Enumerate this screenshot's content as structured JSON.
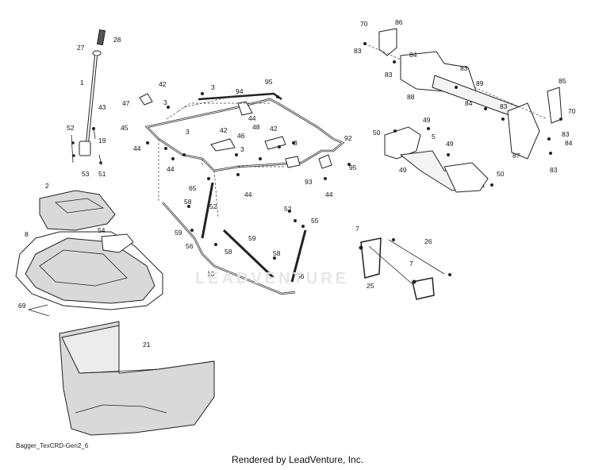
{
  "diagram_id": "Bagger_TexCRD-Gen2_6",
  "footer": "Rendered by LeadVenture, Inc.",
  "watermark": "LEADVENTURE",
  "callouts": [
    {
      "id": "c28",
      "text": "28"
    },
    {
      "id": "c27",
      "text": "27"
    },
    {
      "id": "c1",
      "text": "1"
    },
    {
      "id": "c43",
      "text": "43"
    },
    {
      "id": "c52a",
      "text": "52"
    },
    {
      "id": "c19",
      "text": "19"
    },
    {
      "id": "c53",
      "text": "53"
    },
    {
      "id": "c51",
      "text": "51"
    },
    {
      "id": "c42a",
      "text": "42"
    },
    {
      "id": "c47",
      "text": "47"
    },
    {
      "id": "c3a",
      "text": "3"
    },
    {
      "id": "c3b",
      "text": "3"
    },
    {
      "id": "c94",
      "text": "94"
    },
    {
      "id": "c95a",
      "text": "95"
    },
    {
      "id": "c45",
      "text": "45"
    },
    {
      "id": "c44a",
      "text": "44"
    },
    {
      "id": "c3c",
      "text": "3"
    },
    {
      "id": "c44b",
      "text": "44"
    },
    {
      "id": "c42b",
      "text": "42"
    },
    {
      "id": "c46",
      "text": "46"
    },
    {
      "id": "c48",
      "text": "48"
    },
    {
      "id": "c42c",
      "text": "42"
    },
    {
      "id": "c3d",
      "text": "3"
    },
    {
      "id": "c3e",
      "text": "3"
    },
    {
      "id": "c44c",
      "text": "44"
    },
    {
      "id": "c92",
      "text": "92"
    },
    {
      "id": "c93",
      "text": "93"
    },
    {
      "id": "c95b",
      "text": "95"
    },
    {
      "id": "c44d",
      "text": "44"
    },
    {
      "id": "c44e",
      "text": "44"
    },
    {
      "id": "c65",
      "text": "65"
    },
    {
      "id": "c52b",
      "text": "52"
    },
    {
      "id": "c58a",
      "text": "58"
    },
    {
      "id": "c52c",
      "text": "52"
    },
    {
      "id": "c55",
      "text": "55"
    },
    {
      "id": "c59a",
      "text": "59"
    },
    {
      "id": "c56a",
      "text": "56"
    },
    {
      "id": "c58b",
      "text": "58"
    },
    {
      "id": "c59b",
      "text": "59"
    },
    {
      "id": "c58c",
      "text": "58"
    },
    {
      "id": "c10",
      "text": "10"
    },
    {
      "id": "c56b",
      "text": "56"
    },
    {
      "id": "c2",
      "text": "2"
    },
    {
      "id": "c54",
      "text": "54"
    },
    {
      "id": "c8",
      "text": "8"
    },
    {
      "id": "c69",
      "text": "69"
    },
    {
      "id": "c21",
      "text": "21"
    },
    {
      "id": "c70a",
      "text": "70"
    },
    {
      "id": "c86",
      "text": "86"
    },
    {
      "id": "c83a",
      "text": "83"
    },
    {
      "id": "c84a",
      "text": "84"
    },
    {
      "id": "c83b",
      "text": "83"
    },
    {
      "id": "c88",
      "text": "88"
    },
    {
      "id": "c89",
      "text": "89"
    },
    {
      "id": "c83c",
      "text": "83"
    },
    {
      "id": "c84b",
      "text": "84"
    },
    {
      "id": "c85",
      "text": "85"
    },
    {
      "id": "c70b",
      "text": "70"
    },
    {
      "id": "c83d",
      "text": "83"
    },
    {
      "id": "c83e",
      "text": "83"
    },
    {
      "id": "c84c",
      "text": "84"
    },
    {
      "id": "c87",
      "text": "87"
    },
    {
      "id": "c83f",
      "text": "83"
    },
    {
      "id": "c49a",
      "text": "49"
    },
    {
      "id": "c50a",
      "text": "50"
    },
    {
      "id": "c5",
      "text": "5"
    },
    {
      "id": "c49b",
      "text": "49"
    },
    {
      "id": "c49c",
      "text": "49"
    },
    {
      "id": "c50b",
      "text": "50"
    },
    {
      "id": "c7a",
      "text": "7"
    },
    {
      "id": "c26",
      "text": "26"
    },
    {
      "id": "c7b",
      "text": "7"
    },
    {
      "id": "c25",
      "text": "25"
    }
  ]
}
